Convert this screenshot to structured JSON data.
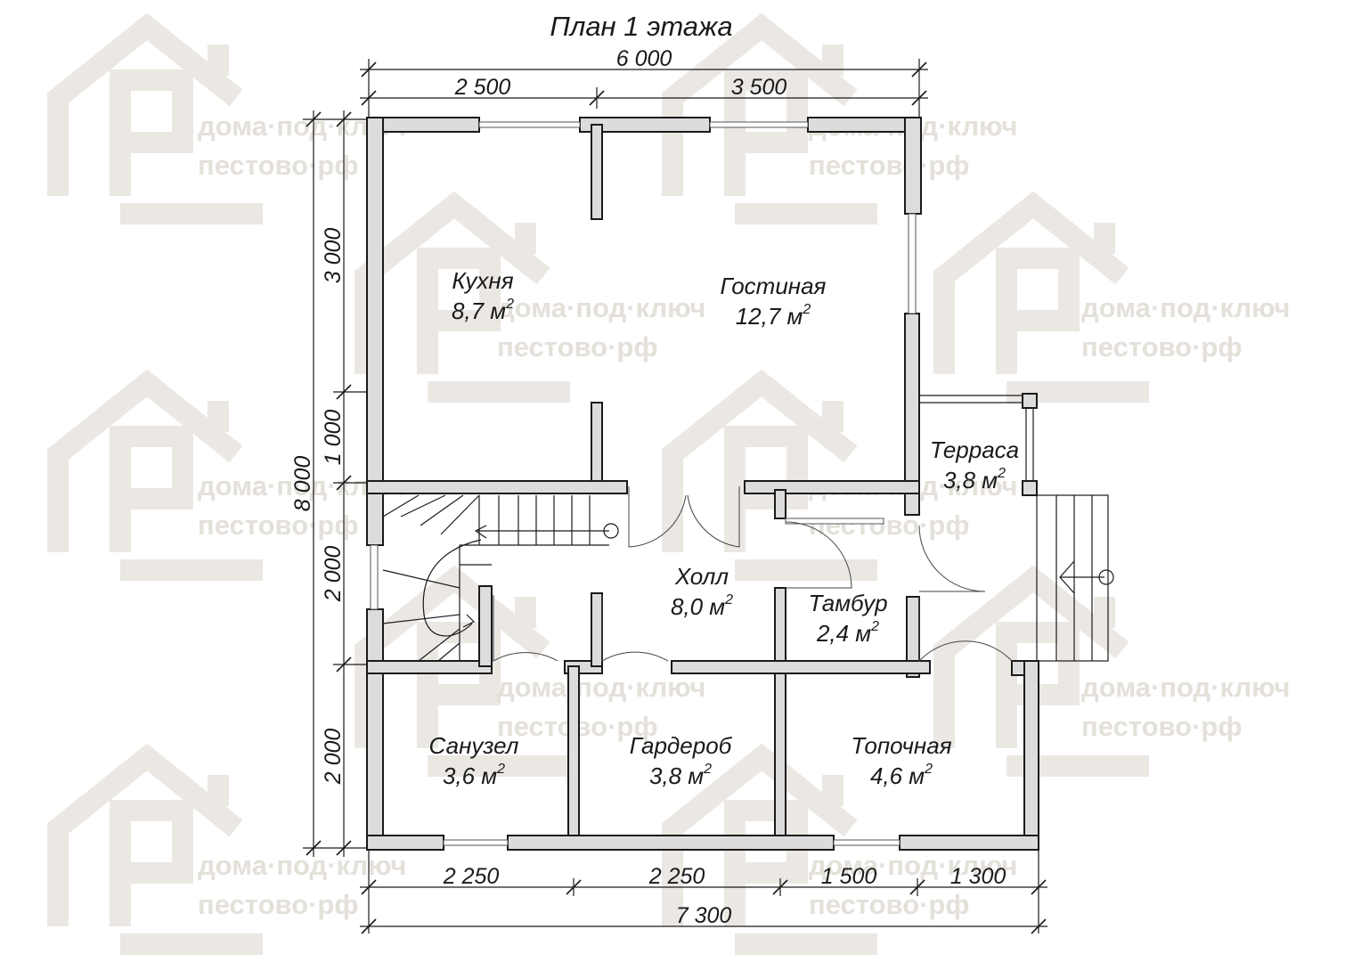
{
  "title": "План 1 этажа",
  "watermark": {
    "line1": "дома·под·ключ",
    "line2": "пестово·рф"
  },
  "rooms": [
    {
      "name": "Кухня",
      "area": "8,7 м",
      "unit_sup": "2"
    },
    {
      "name": "Гостиная",
      "area": "12,7 м",
      "unit_sup": "2"
    },
    {
      "name": "Терраса",
      "area": "3,8 м",
      "unit_sup": "2"
    },
    {
      "name": "Холл",
      "area": "8,0 м",
      "unit_sup": "2"
    },
    {
      "name": "Тамбур",
      "area": "2,4 м",
      "unit_sup": "2"
    },
    {
      "name": "Санузел",
      "area": "3,6 м",
      "unit_sup": "2"
    },
    {
      "name": "Гардероб",
      "area": "3,8 м",
      "unit_sup": "2"
    },
    {
      "name": "Топочная",
      "area": "4,6 м",
      "unit_sup": "2"
    }
  ],
  "dimensions": {
    "top_total": "6 000",
    "top_segments": [
      "2 500",
      "3 500"
    ],
    "left_total": "8 000",
    "left_segments": [
      "3 000",
      "1 000",
      "2 000",
      "2 000"
    ],
    "bottom_segments": [
      "2 250",
      "2 250",
      "1 500",
      "1 300"
    ],
    "bottom_total": "7 300"
  },
  "colors": {
    "wall_fill": "#dcdcdc",
    "line": "#1a1a1a",
    "watermark": "#e4e0da"
  }
}
